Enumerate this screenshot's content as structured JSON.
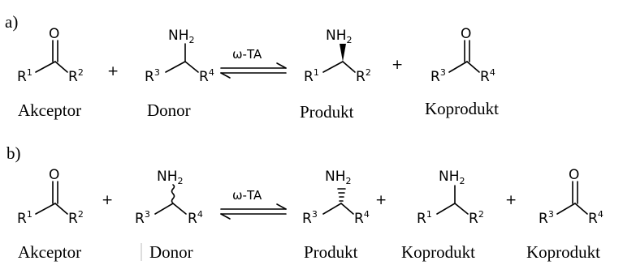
{
  "part_a": {
    "label": "a)",
    "acceptor": {
      "oxygen": "O",
      "left_r": "1",
      "right_r": "2",
      "caption": "Akceptor"
    },
    "plus1": "+",
    "donor": {
      "amine": "NH2",
      "left_r": "3",
      "right_r": "4",
      "caption": "Donor"
    },
    "arrow_label": "ω-TA",
    "product": {
      "amine": "NH2",
      "left_r": "1",
      "right_r": "2",
      "caption": "Produkt"
    },
    "plus2": "+",
    "coproduct": {
      "oxygen": "O",
      "left_r": "3",
      "right_r": "4",
      "caption": "Koprodukt"
    }
  },
  "part_b": {
    "label": "b)",
    "acceptor": {
      "oxygen": "O",
      "left_r": "1",
      "right_r": "2",
      "caption": "Akceptor"
    },
    "plus1": "+",
    "donor": {
      "amine": "NH2",
      "left_r": "3",
      "right_r": "4",
      "caption": "Donor"
    },
    "arrow_label": "ω-TA",
    "product": {
      "amine": "NH2",
      "left_r": "3",
      "right_r": "4",
      "caption": "Produkt"
    },
    "plus2": "+",
    "coproduct1": {
      "amine": "NH2",
      "left_r": "1",
      "right_r": "2",
      "caption": "Koprodukt"
    },
    "plus3": "+",
    "coproduct2": {
      "oxygen": "O",
      "left_r": "3",
      "right_r": "4",
      "caption": "Koprodukt"
    }
  },
  "symbols": {
    "r_letter": "R",
    "nh2_main": "NH",
    "nh2_sub": "2"
  }
}
